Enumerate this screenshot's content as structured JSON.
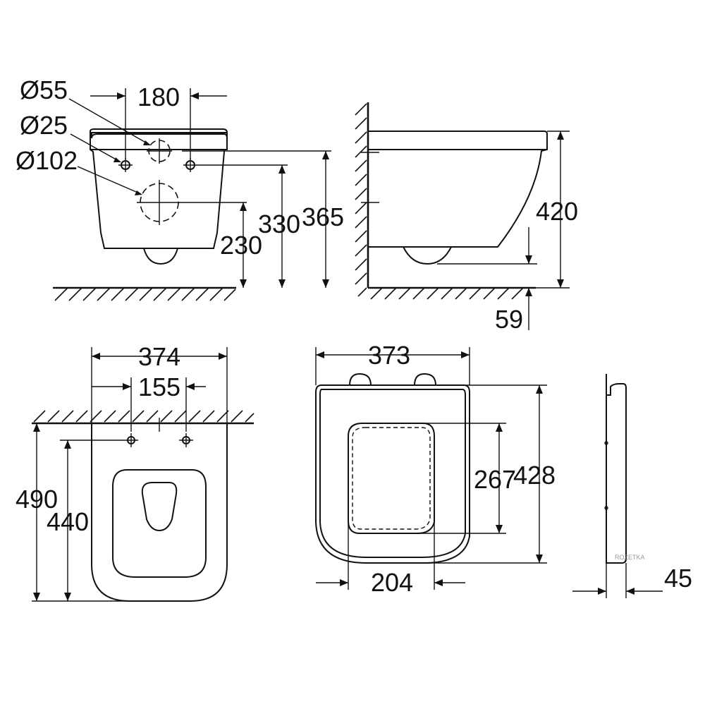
{
  "views": {
    "front": {
      "d_55": "Ø55",
      "d_25": "Ø25",
      "d_102": "Ø102",
      "w_180": "180",
      "h_230": "230",
      "h_330": "330",
      "h_365": "365"
    },
    "side": {
      "h_420": "420",
      "h_59": "59"
    },
    "top": {
      "w_374": "374",
      "w_155": "155",
      "h_490": "490",
      "h_440": "440"
    },
    "seat": {
      "w_373": "373",
      "h_428": "428",
      "h_267": "267",
      "w_204": "204"
    },
    "seat_profile": {
      "t_45": "45"
    }
  },
  "watermark": "ROZETKA",
  "colors": {
    "line": "#111111",
    "background": "#ffffff"
  }
}
